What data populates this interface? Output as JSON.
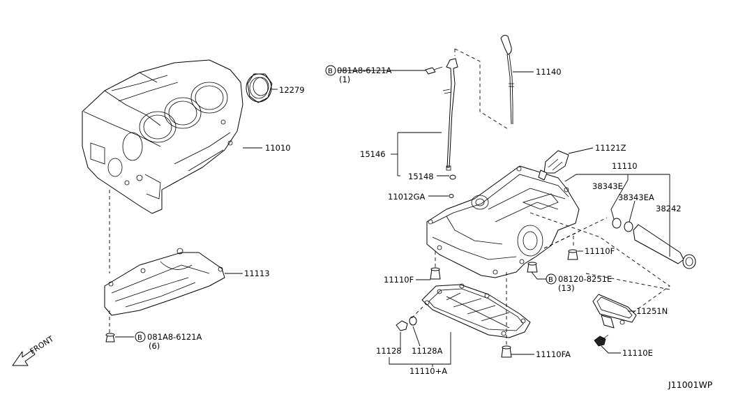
{
  "diagram_id": "J11001WP",
  "front_label": "FRONT",
  "bolt_symbol": "B",
  "parts": {
    "p12279": "12279",
    "p11010": "11010",
    "p11113": "11113",
    "bolt_a_code": "081A8-6121A",
    "bolt_a_qty": "(6)",
    "bolt_b_code": "081A8-6121A",
    "bolt_b_qty": "(1)",
    "p11140": "11140",
    "p15146": "15146",
    "p15148": "15148",
    "p11012GA": "11012GA",
    "p11121Z": "11121Z",
    "p11110": "11110",
    "p38343E": "38343E",
    "p38343EA": "38343EA",
    "p38242": "38242",
    "p11110F_right": "11110F",
    "p11110F_left": "11110F",
    "bolt_c_code": "08120-8251E",
    "bolt_c_qty": "(13)",
    "p11251N": "11251N",
    "p11110E": "11110E",
    "p11128": "11128",
    "p11128A": "11128A",
    "p11110A": "11110+A",
    "p11110FA": "11110FA"
  }
}
